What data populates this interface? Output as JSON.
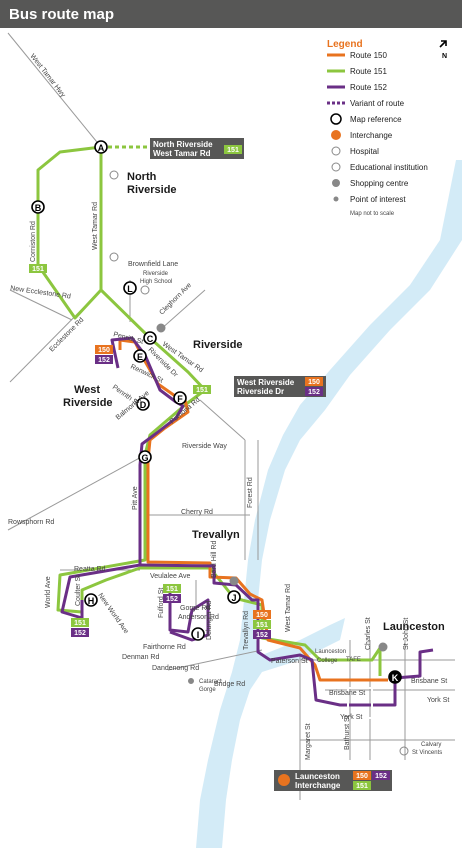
{
  "title": "Bus route map",
  "north_label": "N",
  "colors": {
    "route150": "#e8731f",
    "route151": "#8cc63f",
    "route152": "#6a2f86",
    "river": "#d3ebf7",
    "road": "#9a9a9a"
  },
  "legend": {
    "heading": "Legend",
    "items": [
      {
        "label": "Route 150",
        "icon": "orange-line-icon"
      },
      {
        "label": "Route 151",
        "icon": "green-line-icon"
      },
      {
        "label": "Route 152",
        "icon": "purple-line-icon"
      },
      {
        "label": "Variant of route",
        "icon": "dashed-line-icon"
      },
      {
        "label": "Map reference",
        "icon": "circle-icon"
      },
      {
        "label": "Interchange",
        "icon": "bus-interchange-icon"
      },
      {
        "label": "Hospital",
        "icon": "hospital-icon"
      },
      {
        "label": "Educational institution",
        "icon": "education-icon"
      },
      {
        "label": "Shopping centre",
        "icon": "shopping-icon"
      },
      {
        "label": "Point of interest",
        "icon": "dot-icon"
      }
    ],
    "note": "Map not to scale"
  },
  "areas": {
    "north_riverside_1": "North",
    "north_riverside_2": "Riverside",
    "riverside": "Riverside",
    "west_riverside_1": "West",
    "west_riverside_2": "Riverside",
    "trevallyn": "Trevallyn",
    "launceston": "Launceston"
  },
  "refs": [
    "A",
    "B",
    "C",
    "D",
    "E",
    "F",
    "G",
    "H",
    "I",
    "J",
    "K",
    "L"
  ],
  "badges": {
    "r150": "150",
    "r151": "151",
    "r152": "152"
  },
  "callouts": {
    "north_1": "North Riverside",
    "north_2": "West Tamar Rd",
    "west_1": "West Riverside",
    "west_2": "Riverside Dr",
    "launceston_1": "Launceston",
    "launceston_2": "Interchange"
  },
  "roads": {
    "west_tamar_hwy": "West Tamar Hwy",
    "west_tamar_rd_n": "West Tamar Rd",
    "corniston_rd": "Corniston Rd",
    "new_ecclestone_rd": "New Ecclestone Rd",
    "ecclestone_rd": "Ecclestone Rd",
    "brownfield_lane": "Brownfield Lane",
    "riverside_high_1": "Riverside",
    "riverside_high_2": "High School",
    "cleghorn_ave": "Cleghorn Ave",
    "penrith_st_n": "Penrith St",
    "riverside_dr": "Riverside Dr",
    "west_tamar_rd_mid": "West Tamar Rd",
    "renwick_st": "Renwick St",
    "penrith_st_s": "Penrith St",
    "balmoral_ave": "Balmoral Ave",
    "pomona_rd": "Pomona Rd",
    "riverside_way": "Riverside Way",
    "forest_rd": "Forest Rd",
    "cherry_rd": "Cherry Rd",
    "pitt_ave": "Pitt Ave",
    "rowsphorn_rd": "Rowsphorn Rd",
    "reatta_rd": "Reatta Rd",
    "veulalee_ave": "Veulalee Ave",
    "bard_hill_rd": "Bard Hill Rd",
    "west_tamar_rd_s": "West Tamar Rd",
    "world_ave": "World Ave",
    "coulter_st": "Coulter St",
    "new_world_ave": "New World Ave",
    "gorge_rd": "Gorge Rd",
    "anderson_rd": "Anderson Rd",
    "fulford_st": "Fulford St",
    "fairthorne_rd": "Fairthorne Rd",
    "denman_rd": "Denman Rd",
    "dandenong_rd": "Dandenong Rd",
    "delungra_rd": "Delungra Rd",
    "trevallyn_rd": "Trevallyn Rd",
    "bridge_rd": "Bridge Rd",
    "cataract_1": "Cataract",
    "cataract_2": "Gorge",
    "paterson_st": "Paterson St",
    "launceston_college_1": "Launceston",
    "launceston_college_2": "College",
    "tafe": "TAFE",
    "charles_st": "Charles St",
    "st_john_st": "St John St",
    "brisbane_st_1": "Brisbane St",
    "brisbane_st_2": "Brisbane St",
    "york_st_1": "York St",
    "york_st_2": "York St",
    "margaret_st": "Margaret St",
    "bathurst_st": "Bathurst St",
    "calvary_1": "Calvary",
    "calvary_2": "St Vincents"
  }
}
